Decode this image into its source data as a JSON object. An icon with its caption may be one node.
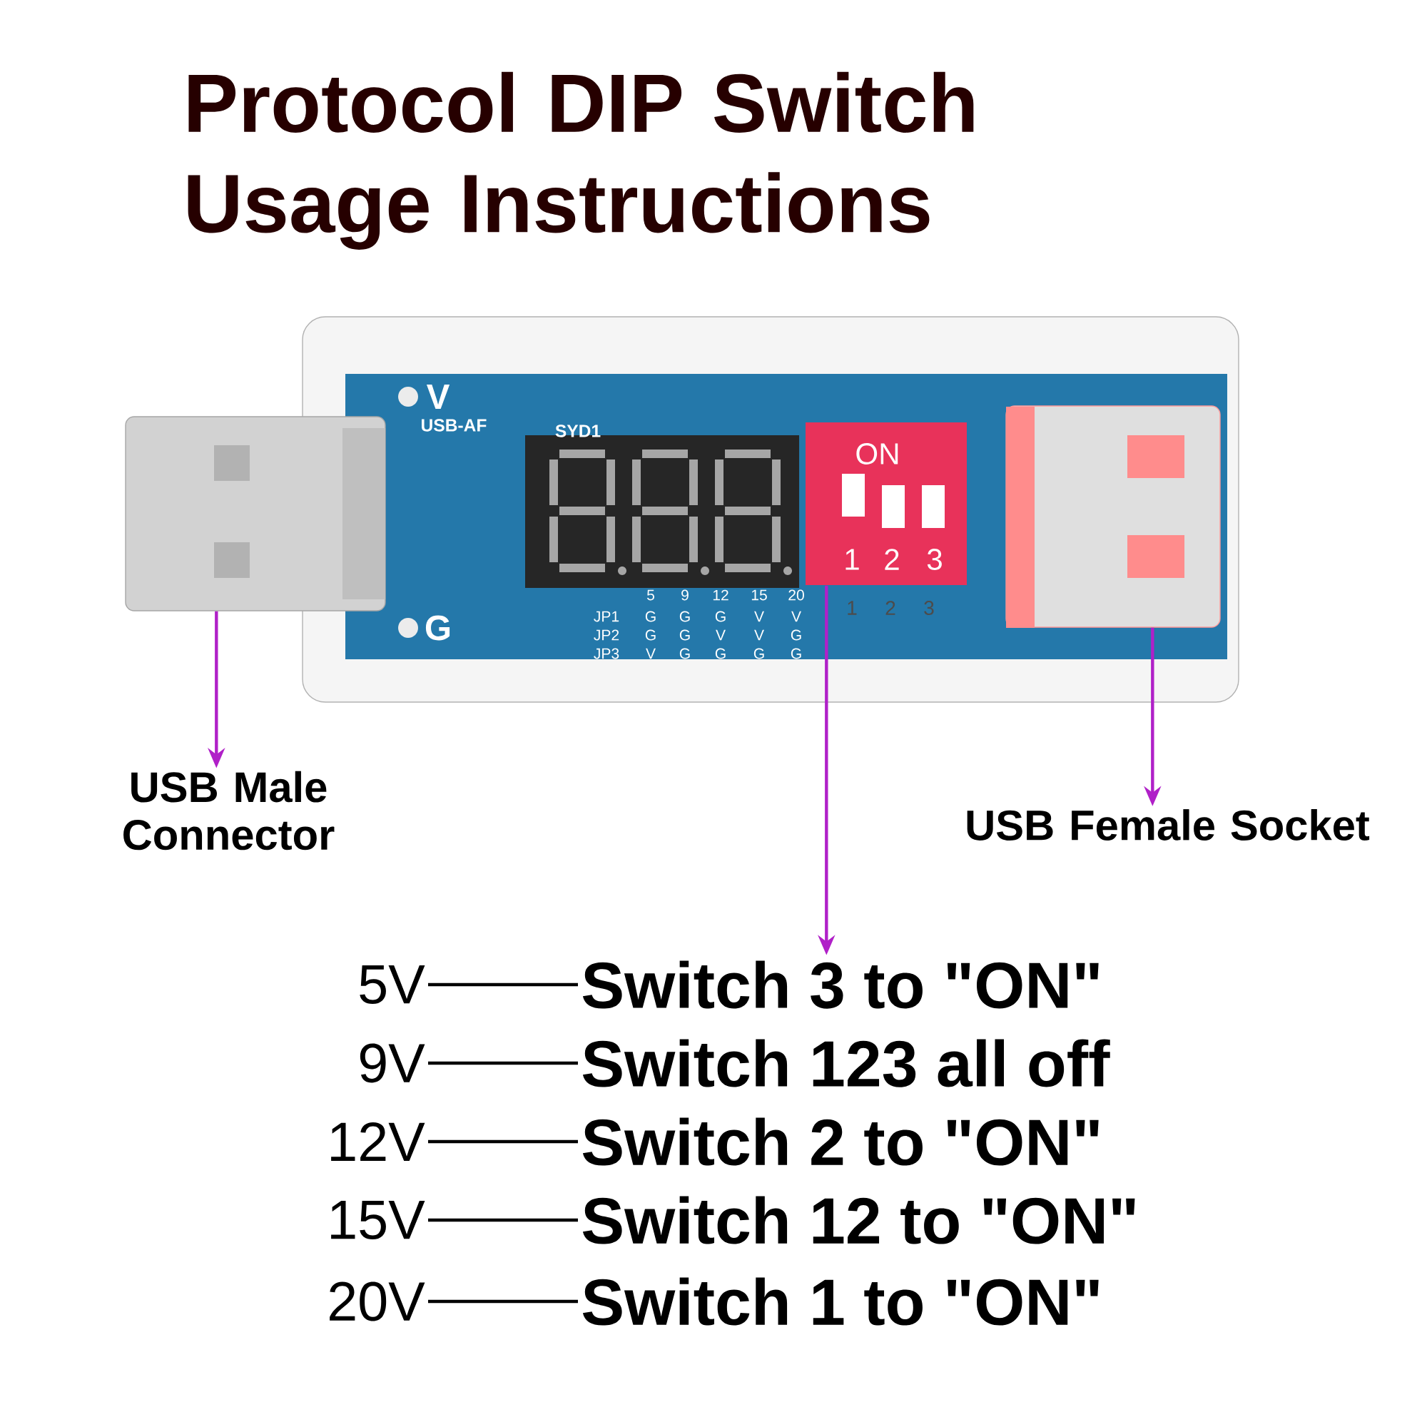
{
  "diagram": {
    "title": "Protocol DIP Switch Usage Instructions",
    "nodes": [
      {
        "text": [],
        "shape": "picture"
      },
      {
        "text": [
          "ON",
          "1",
          "2",
          "3"
        ]
      },
      {
        "text": [],
        "shape": "picture"
      },
      {
        "text": [
          "USB Male Connector"
        ]
      },
      {
        "text": [
          "USB Female Socket"
        ]
      },
      {
        "text": [
          "5V"
        ]
      },
      {
        "text": [
          "9V"
        ]
      },
      {
        "text": [
          "12V"
        ]
      },
      {
        "text": [
          "15V"
        ]
      },
      {
        "text": [
          "20V"
        ]
      },
      {
        "text": [
          "Switch 3 to \"ON\""
        ]
      },
      {
        "text": [
          "Switch 123 all off"
        ]
      },
      {
        "text": [
          "Switch 2 to \"ON\""
        ]
      },
      {
        "text": [
          "Switch 12 to \"ON\""
        ]
      },
      {
        "text": [
          "Switch 1 to \"ON\""
        ]
      }
    ],
    "edges": [
      {
        "from": 0,
        "to": 3,
        "arrow": "to",
        "color": "#b020c8"
      },
      {
        "from": 1,
        "to": 10,
        "arrow": "to",
        "color": "#b020c8"
      },
      {
        "from": 2,
        "to": 4,
        "arrow": "to",
        "color": "#b020c8"
      },
      {
        "from": 5,
        "to": 10,
        "arrow": "none"
      },
      {
        "from": 6,
        "to": 11,
        "arrow": "none"
      },
      {
        "from": 7,
        "to": 12,
        "arrow": "none"
      },
      {
        "from": 8,
        "to": 13,
        "arrow": "none"
      },
      {
        "from": 9,
        "to": 14,
        "arrow": "none"
      }
    ],
    "labels": [
      "V",
      "USB-AF",
      "SYD1",
      "G",
      "5",
      "9",
      "12",
      "15",
      "20",
      "JP1",
      "G",
      "G",
      "G",
      "V",
      "V",
      "JP2",
      "G",
      "G",
      "V",
      "V",
      "G",
      "JP3",
      "V",
      "G",
      "G",
      "G",
      "G",
      "1",
      "2",
      "3"
    ]
  }
}
